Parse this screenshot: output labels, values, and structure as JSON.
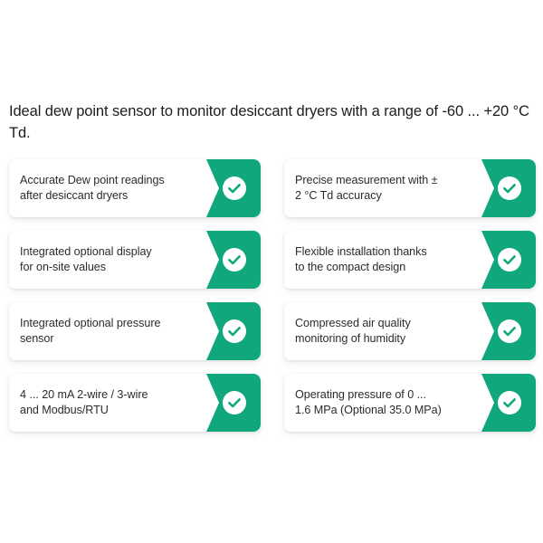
{
  "heading": {
    "text": "Ideal dew point sensor to monitor desiccant dryers with a range of -60 ... +20 °C Td."
  },
  "colors": {
    "ribbon_green": "#10A77C",
    "check_green": "#10A77C",
    "badge_fill": "#FFFFFF",
    "page_background": "#FFFFFF",
    "card_background": "#FFFFFF",
    "heading_text": "#1C1C1C",
    "card_text": "#2B2B2B"
  },
  "features": [
    {
      "id": "accurate-dew-point-readings",
      "text": "Accurate Dew point readings\nafter desiccant dryers",
      "icon": "check-circle-icon"
    },
    {
      "id": "precise-measurement-accuracy",
      "text": "Precise measurement with ±\n2 °C Td accuracy",
      "icon": "check-circle-icon"
    },
    {
      "id": "integrated-optional-display",
      "text": "Integrated optional display\nfor on-site values",
      "icon": "check-circle-icon"
    },
    {
      "id": "flexible-installation-compact-design",
      "text": "Flexible installation thanks\nto the compact design",
      "icon": "check-circle-icon"
    },
    {
      "id": "integrated-optional-pressure-sensor",
      "text": "Integrated optional pressure\nsensor",
      "icon": "check-circle-icon"
    },
    {
      "id": "compressed-air-quality-monitoring",
      "text": "Compressed air quality\nmonitoring of humidity",
      "icon": "check-circle-icon"
    },
    {
      "id": "output-signals-modbus",
      "text": "4 ... 20 mA 2-wire / 3-wire\nand Modbus/RTU",
      "icon": "check-circle-icon"
    },
    {
      "id": "operating-pressure-range",
      "text": "Operating pressure of 0 ...\n1.6 MPa (Optional 35.0 MPa)",
      "icon": "check-circle-icon"
    }
  ]
}
